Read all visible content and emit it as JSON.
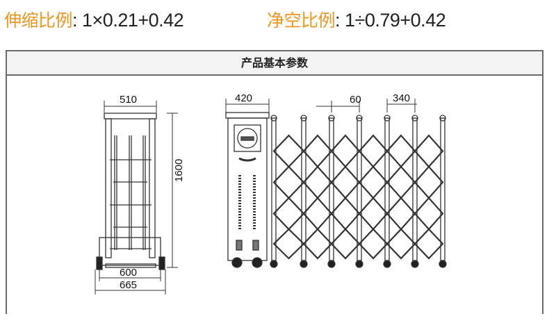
{
  "ratios": [
    {
      "label": "伸缩比例",
      "value": ": 1×0.21+0.42"
    },
    {
      "label": "净空比例",
      "value": ": 1÷0.79+0.42"
    }
  ],
  "panel": {
    "title": "产品基本参数"
  },
  "dimensions": {
    "front_width_top": "510",
    "height": "1600",
    "base_width": "600",
    "overall_width": "665",
    "side_width": "420",
    "post_gap": "60",
    "post_spacing": "340"
  }
}
